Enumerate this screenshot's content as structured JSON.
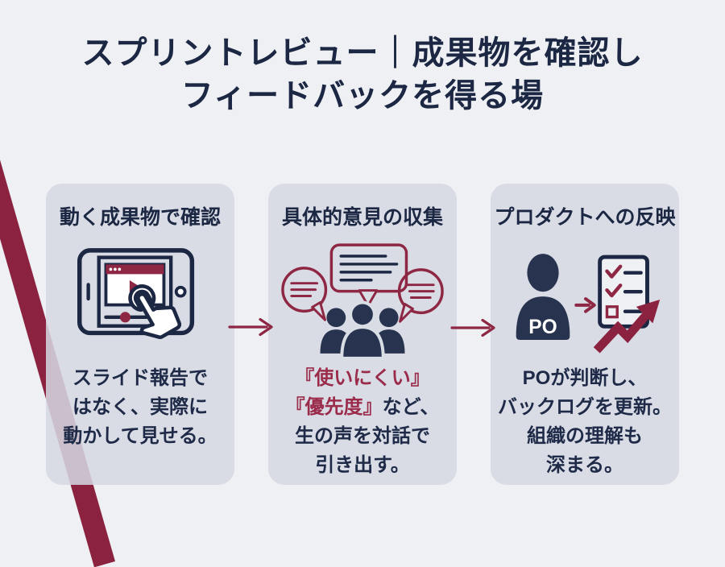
{
  "title": {
    "line1": "スプリントレビュー｜成果物を確認し",
    "line2": "フィードバックを得る場"
  },
  "colors": {
    "page_bg": "#eef0f4",
    "card_bg": "#d6dae2",
    "navy": "#1c2743",
    "accent_red": "#8e2743",
    "stripe_red": "#8b2340",
    "red_text": "#9a2b4a"
  },
  "cards": [
    {
      "heading": "動く成果物で確認",
      "icon": "tablet-video-hand-icon",
      "body_lines": [
        "スライド報告で",
        "はなく、実際に",
        "動かして見せる。"
      ]
    },
    {
      "heading": "具体的意見の収集",
      "icon": "speech-bubbles-people-icon",
      "body": {
        "red1": "『使いにくい』",
        "red2": "『優先度』",
        "tail2": "など、",
        "line3": "生の声を対話で",
        "line4": "引き出す。"
      }
    },
    {
      "heading": "プロダクトへの反映",
      "icon": "po-checklist-growth-icon",
      "po_label": "PO",
      "body_lines": [
        "POが判断し、",
        "バックログを更新。",
        "組織の理解も",
        "深まる。"
      ]
    }
  ],
  "flow": {
    "arrow_icon": "right-arrow",
    "count": 2
  }
}
